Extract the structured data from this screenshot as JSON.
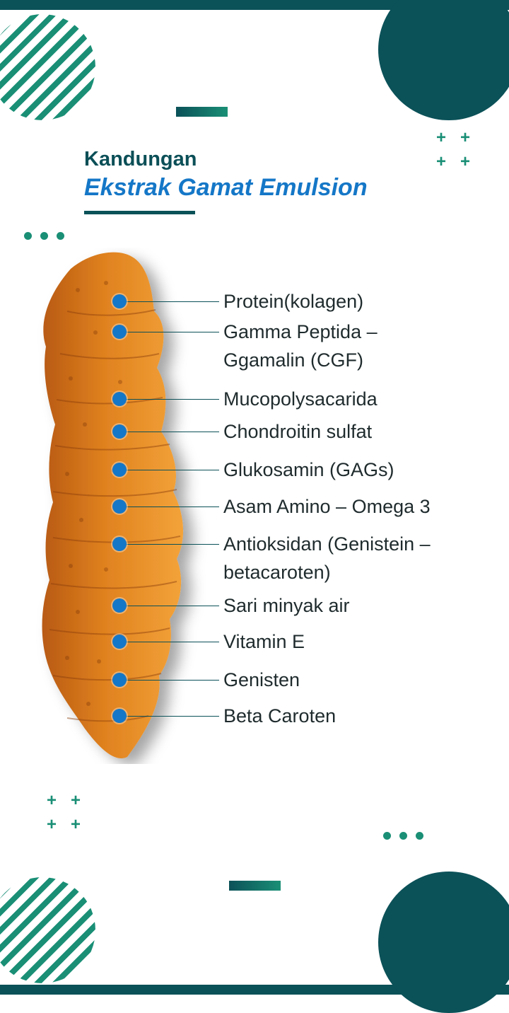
{
  "header": {
    "kandungan": "Kandungan",
    "title": "Ekstrak Gamat Emulsion"
  },
  "illustration": {
    "icon": "sea-cucumber-icon"
  },
  "colors": {
    "dark_teal": "#0b5158",
    "green": "#1a8f76",
    "blue": "#1577c7",
    "specimen_orange": "#e0821f"
  },
  "ingredients": [
    {
      "label": "Protein(kolagen)"
    },
    {
      "label": "Gamma Peptida –\nGgamalin (CGF)"
    },
    {
      "label": "Mucopolysacarida"
    },
    {
      "label": "Chondroitin sulfat"
    },
    {
      "label": "Glukosamin (GAGs)"
    },
    {
      "label": "Asam Amino – Omega 3"
    },
    {
      "label": "Antioksidan (Genistein –\nbetacaroten)"
    },
    {
      "label": "Sari minyak air"
    },
    {
      "label": "Vitamin E"
    },
    {
      "label": "Genisten"
    },
    {
      "label": "Beta Caroten"
    }
  ]
}
